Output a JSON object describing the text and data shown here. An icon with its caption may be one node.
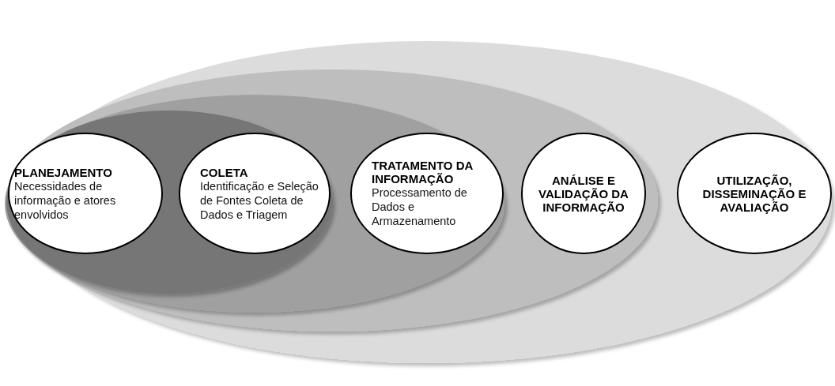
{
  "diagram": {
    "nodes": [
      {
        "text": [
          "PLANEJAMENTO",
          "Necessidades de informação e atores envolvidos"
        ]
      },
      {
        "text": [
          "COLETA",
          "Identificação e Seleção de Fontes Coleta de Dados e Triagem"
        ]
      },
      {
        "text": [
          "TRATAMENTO DA INFORMAÇÃO",
          "Processamento de Dados e Armazenamento"
        ]
      },
      {
        "text": [
          "ANÁLISE E VALIDAÇÃO DA INFORMAÇÃO"
        ]
      },
      {
        "text": [
          "UTILIZAÇÃO, DISSEMINAÇÃO E AVALIAÇÃO"
        ]
      }
    ]
  }
}
